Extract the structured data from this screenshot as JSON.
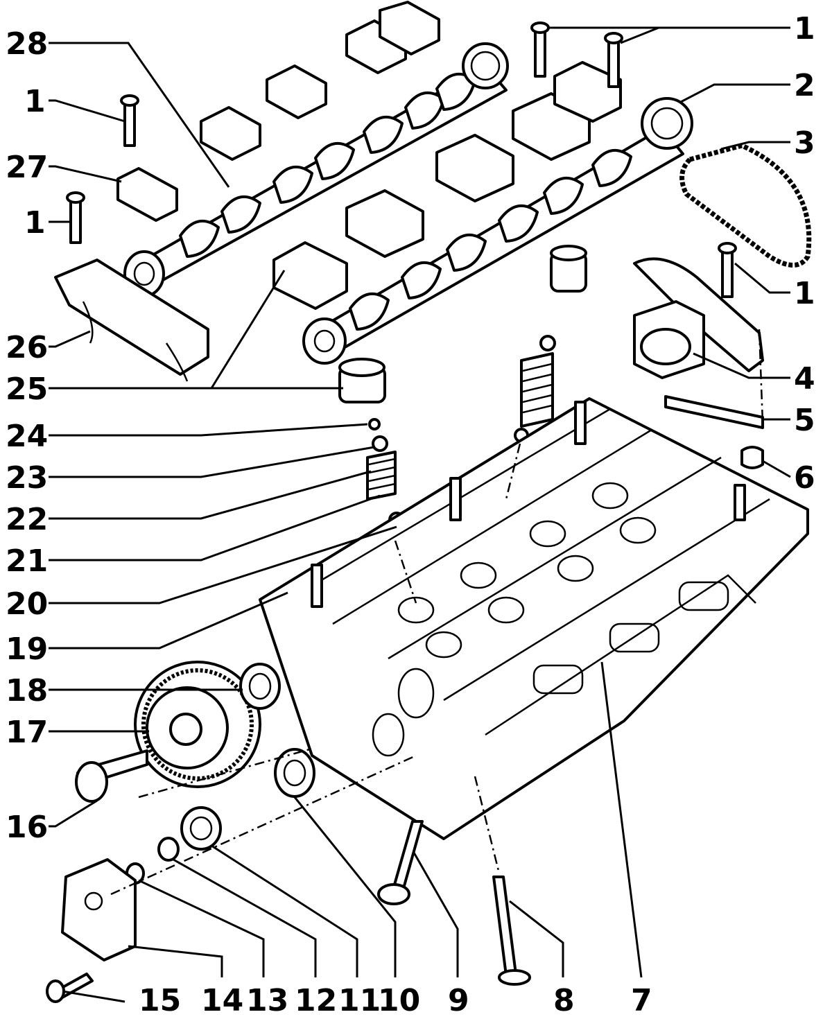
{
  "diagram": {
    "labels": {
      "l1a": "1",
      "l1b": "1",
      "l1c": "1",
      "l1d": "1",
      "l2": "2",
      "l3": "3",
      "l4": "4",
      "l5": "5",
      "l6": "6",
      "l7": "7",
      "l8": "8",
      "l9": "9",
      "l10": "10",
      "l11": "11",
      "l12": "12",
      "l13": "13",
      "l14": "14",
      "l15": "15",
      "l16": "16",
      "l17": "17",
      "l18": "18",
      "l19": "19",
      "l20": "20",
      "l21": "21",
      "l22": "22",
      "l23": "23",
      "l24": "24",
      "l25": "25",
      "l26": "26",
      "l27": "27",
      "l28": "28"
    }
  }
}
